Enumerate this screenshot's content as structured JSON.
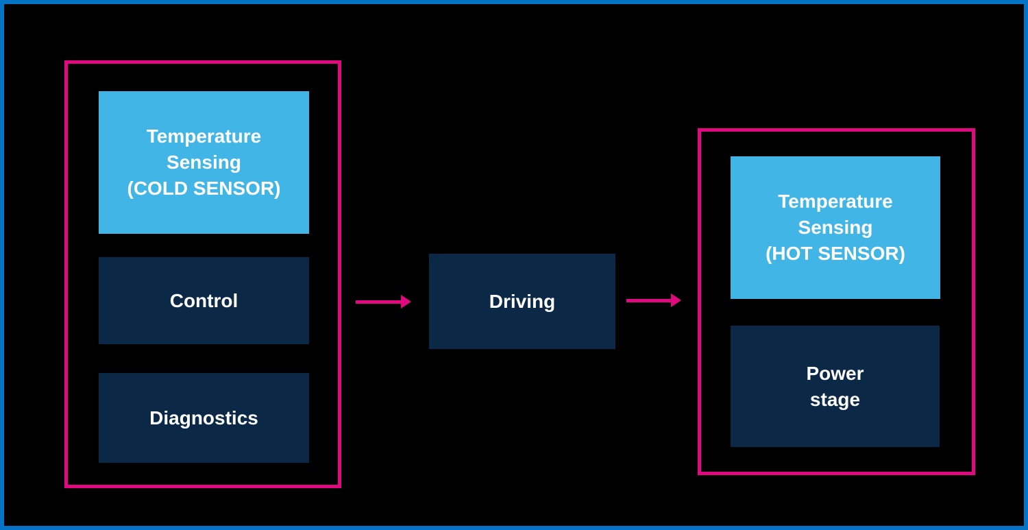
{
  "colors": {
    "canvas_bg": "#000000",
    "outer_border": "#0574C6",
    "group_border": "#E0097F",
    "arrow": "#E0097F",
    "light_blue": "#41B6E6",
    "navy": "#0B2847",
    "text": "#FFFFFF"
  },
  "diagram": {
    "left_group": {
      "boxes": [
        {
          "label": "Temperature\nSensing\n(COLD SENSOR)",
          "variant": "light"
        },
        {
          "label": "Control",
          "variant": "dark"
        },
        {
          "label": "Diagnostics",
          "variant": "dark"
        }
      ]
    },
    "center_box": {
      "label": "Driving",
      "variant": "dark"
    },
    "right_group": {
      "boxes": [
        {
          "label": "Temperature\nSensing\n(HOT SENSOR)",
          "variant": "light"
        },
        {
          "label": "Power\nstage",
          "variant": "dark"
        }
      ]
    },
    "arrows": [
      {
        "name": "left-group-to-driving",
        "direction": "right"
      },
      {
        "name": "driving-to-right-group",
        "direction": "right"
      }
    ]
  }
}
